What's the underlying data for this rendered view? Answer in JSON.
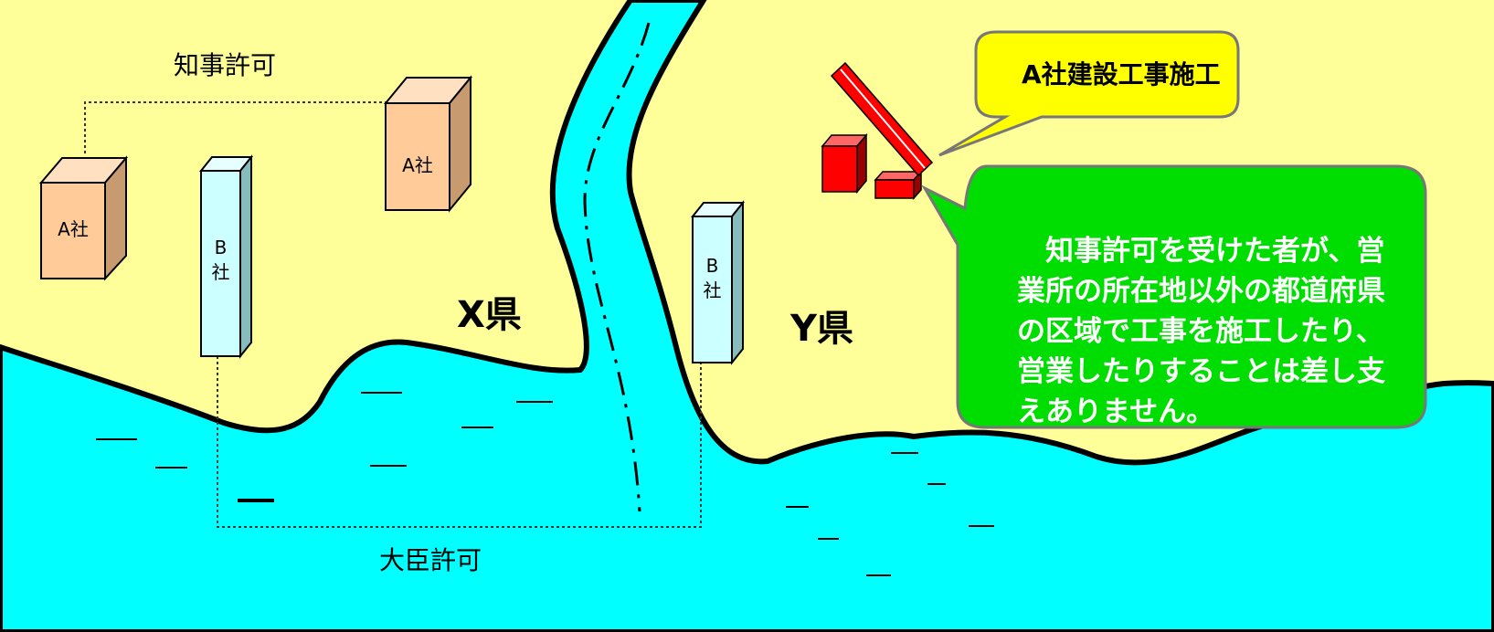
{
  "labels": {
    "governor_permit": "知事許可",
    "minister_permit": "大臣許可",
    "x_pref": "X県",
    "y_pref": "Y県"
  },
  "buildings": {
    "a_left": "A社",
    "a_right": "A社",
    "b_left_top": "B",
    "b_left_bottom": "社",
    "b_right_top": "B",
    "b_right_bottom": "社"
  },
  "callouts": {
    "construction": "A社建設工事施工",
    "explanation": "　知事許可を受けた者が、営業所の所在地以外の都道府県の区域で工事を施工したり、営業したりすることは差し支えありません。"
  },
  "colors": {
    "land": "#FFFF99",
    "water": "#00FFFF",
    "company_a": "#FFCC99",
    "company_b": "#CCFFFF",
    "crane": "#FF0000",
    "speech_yellow": "#FFFF00",
    "speech_green": "#00DD00"
  }
}
